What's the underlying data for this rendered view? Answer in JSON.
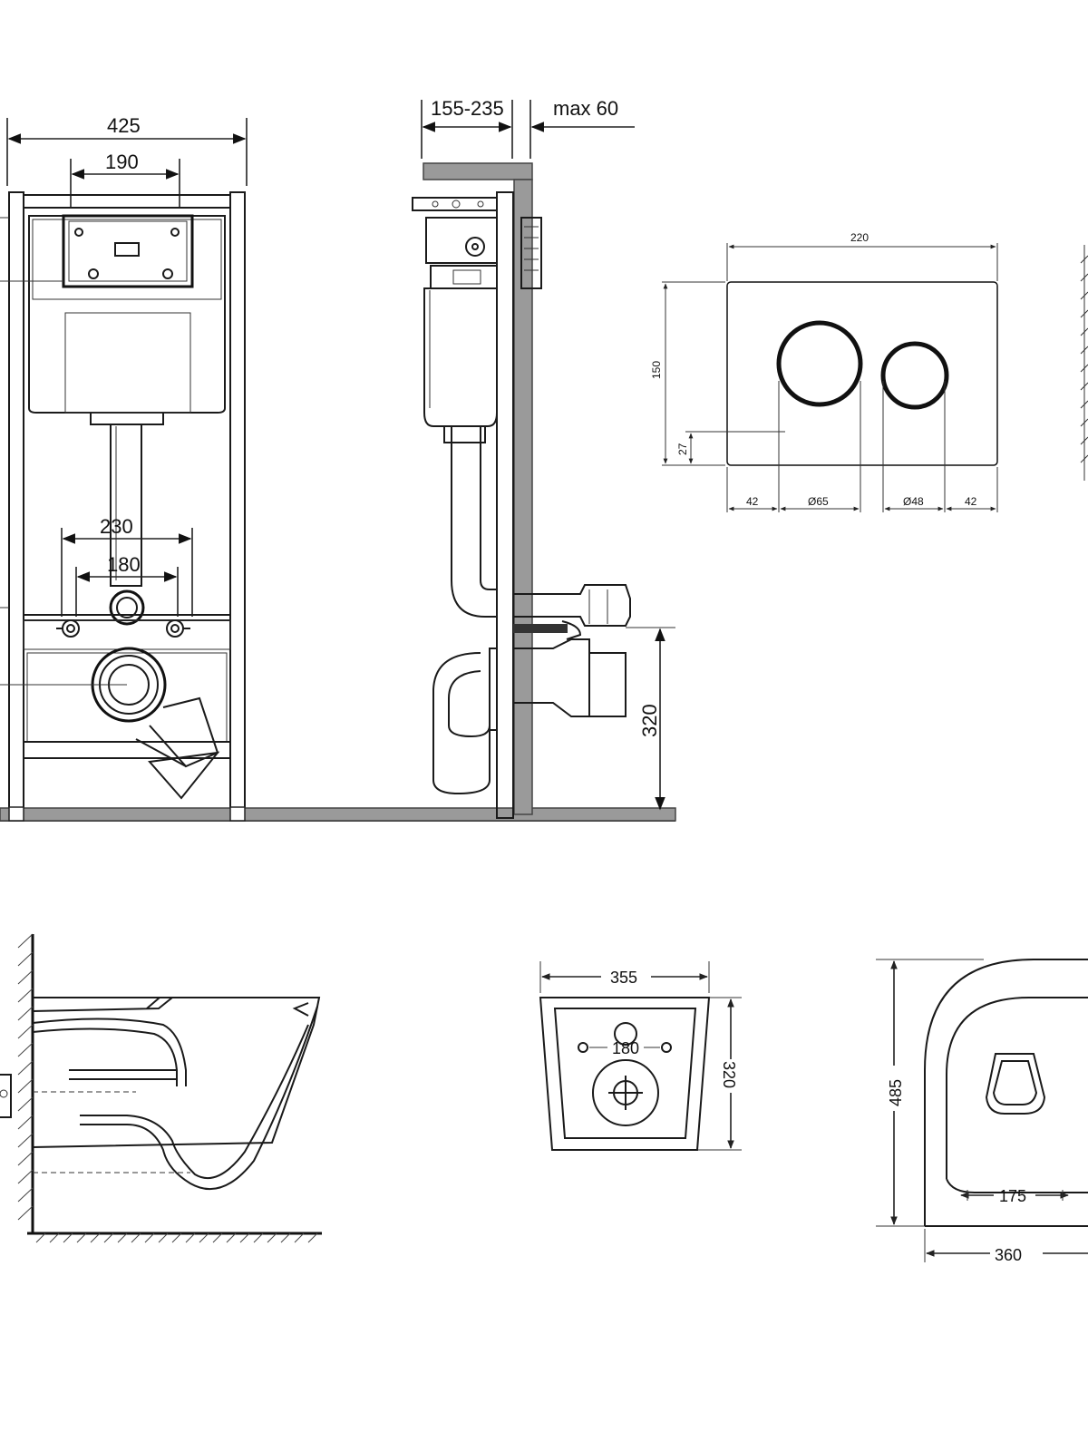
{
  "frame_front": {
    "width_overall": "425",
    "width_tank_plate": "190",
    "width_bolts_outer": "230",
    "width_bolts_inner": "180"
  },
  "frame_side": {
    "depth_range": "155-235",
    "wall_max": "max 60",
    "outlet_height": "320"
  },
  "flush_plate": {
    "width": "220",
    "height": "150",
    "button_offset_bottom": "27",
    "margin_left": "42",
    "big_button_dia": "Ø65",
    "small_button_dia": "Ø48",
    "margin_right": "42"
  },
  "bowl_back": {
    "width": "355",
    "bolt_spacing": "180",
    "height": "320"
  },
  "bowl_top": {
    "length": "485",
    "seat_width": "175",
    "width": "360"
  }
}
